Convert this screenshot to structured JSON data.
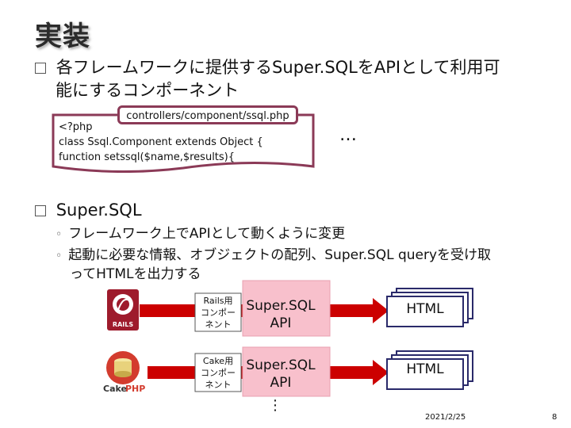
{
  "slide": {
    "title": "実装",
    "bullet1": {
      "line1": "各フレームワークに提供するSuper.SQLをAPIとして利用可",
      "line2": "能にするコンポーネント"
    },
    "code_file": "controllers/component/ssql.php",
    "code_lines": [
      "<?php",
      "class Ssql.Component extends Object {",
      "function setssql($name,$results){"
    ],
    "ellipsis": "…",
    "bullet2": "Super.SQL",
    "sub1": "フレームワーク上でAPIとして動くように変更",
    "sub2": {
      "line1": "起動に必要な情報、オブジェクトの配列、Super.SQL queryを受け取",
      "line2": "ってHTMLを出力する"
    }
  },
  "diagram": {
    "rows": [
      {
        "logo_text": "RAILS",
        "component_label": [
          "Rails用",
          "コンポー",
          "ネント"
        ],
        "api_label": [
          "Super.SQL",
          "API"
        ],
        "output_label": "HTML"
      },
      {
        "logo_text_a": "Cake",
        "logo_text_b": "PHP",
        "component_label": [
          "Cake用",
          "コンポー",
          "ネント"
        ],
        "api_label": [
          "Super.SQL",
          "API"
        ],
        "output_label": "HTML"
      }
    ],
    "continue_dots": "⋮"
  },
  "footer": {
    "date": "2021/2/25",
    "page": "8"
  },
  "colors": {
    "accent": "#8b3a57",
    "arrow": "#cc0000",
    "api_box": "#f8c0cc",
    "title_text": "#2b2b2b"
  }
}
